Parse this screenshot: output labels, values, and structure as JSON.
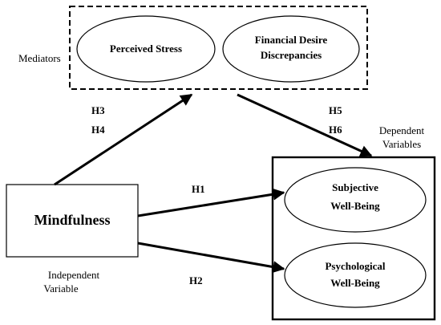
{
  "mediators": {
    "label": "Mediators",
    "perceived_stress": "Perceived Stress",
    "financial_desire_line1": "Financial Desire",
    "financial_desire_line2": "Discrepancies"
  },
  "independent": {
    "node_label": "Mindfulness",
    "caption_line1": "Independent",
    "caption_line2": "Variable"
  },
  "dependent": {
    "caption_line1": "Dependent",
    "caption_line2": "Variables",
    "subjective_line1": "Subjective",
    "subjective_line2": "Well-Being",
    "psychological_line1": "Psychological",
    "psychological_line2": "Well-Being"
  },
  "hypotheses": {
    "h1": "H1",
    "h2": "H2",
    "h3": "H3",
    "h4": "H4",
    "h5": "H5",
    "h6": "H6"
  }
}
